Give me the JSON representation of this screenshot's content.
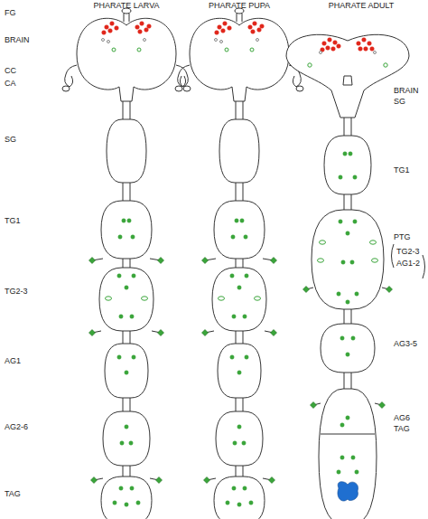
{
  "diagram": {
    "labels": [
      "PHARATE LARVA",
      "PHARATE PUPA",
      "PHARATE ADULT",
      "FG",
      "BRAIN",
      "CC",
      "CA",
      "SG",
      "TG1",
      "TG2-3",
      "AG1",
      "AG2-6",
      "TAG",
      "BRAIN",
      "SG",
      "TG1",
      "PTG",
      "TG2-3",
      "AG1-2",
      "AG3-5",
      "AG6",
      "TAG"
    ]
  }
}
